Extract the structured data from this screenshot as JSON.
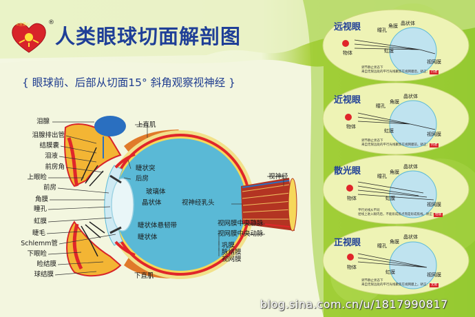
{
  "header": {
    "title": "人类眼球切面解剖图",
    "subtitle": "{ 眼球前、后部从切面15° 斜角观察视神经 }",
    "logo_text": "三丝爱心",
    "registered_mark": "®"
  },
  "main_labels": {
    "lacrimal_gland": "泪腺",
    "lacrimal_duct": "泪腺排出管",
    "conj_sac": "结膜囊",
    "tear_fluid": "泪液",
    "ant_chamber_angle": "前房角",
    "upper_eyelid": "上眼睑",
    "ant_chamber": "前房",
    "cornea": "角膜",
    "pupil": "瞳孔",
    "iris": "虹膜",
    "ciliary_body_left": "睫毛",
    "schlemm": "Schlemm管",
    "lower_eyelid": "下眼睑",
    "palpebral_conj": "睑结膜",
    "bulbar_conj": "球结膜",
    "sup_rectus": "上直肌",
    "ciliary_process": "睫状突",
    "post_chamber": "后房",
    "vitreous": "玻璃体",
    "lens": "晶状体",
    "optic_papilla": "视神经乳头",
    "zonule": "睫状体悬韧带",
    "ciliary_body": "睫状体",
    "optic_nerve": "视神经",
    "central_vein": "视网膜中央静脉",
    "central_artery": "视网膜中央动脉",
    "sclera": "巩膜",
    "choroid": "脉络膜",
    "retina": "视网膜",
    "inf_rectus": "下直肌"
  },
  "panels": [
    {
      "title": "远视眼",
      "pupil": "瞳孔",
      "lens": "晶状体",
      "cornea": "角膜",
      "iris": "虹膜",
      "retina": "视网膜",
      "object": "物体",
      "note1": "调节静止状态下",
      "note2": "来自无限远处的平行光线聚焦在视网膜后。矫正：",
      "button": "凸透"
    },
    {
      "title": "近视眼",
      "pupil": "瞳孔",
      "lens": "晶状体",
      "cornea": "角膜",
      "iris": "虹膜",
      "retina": "视网膜",
      "object": "物体",
      "note1": "调节静止状态下",
      "note2": "来自无限远处的平行光线聚焦在视网膜前。矫正：",
      "button": "凹透"
    },
    {
      "title": "散光眼",
      "pupil": "瞳孔",
      "lens": "晶状体",
      "cornea": "角膜",
      "iris": "虹膜",
      "retina": "视网膜",
      "object": "物体",
      "note1": "平行光线从不同",
      "note2": "径线上进入眼内后，不能形成焦点而是形成焦线。矫正：",
      "button": "柱镜"
    },
    {
      "title": "正视眼",
      "pupil": "瞳孔",
      "lens": "晶状体",
      "cornea": "角膜",
      "iris": "虹膜",
      "retina": "视网膜",
      "object": "物体",
      "note1": "调节静止状态下",
      "note2": "来自无限远处的平行光线聚焦在视网膜上。矫正：",
      "button": "无需"
    }
  ],
  "watermark": "blog.sina.com.cn/u/1817990817",
  "colors": {
    "title_blue": "#1f3f97",
    "eye_blue": "#5ab9d6",
    "sclera_red": "#e0262a",
    "bg_green": "#8cc52c"
  }
}
